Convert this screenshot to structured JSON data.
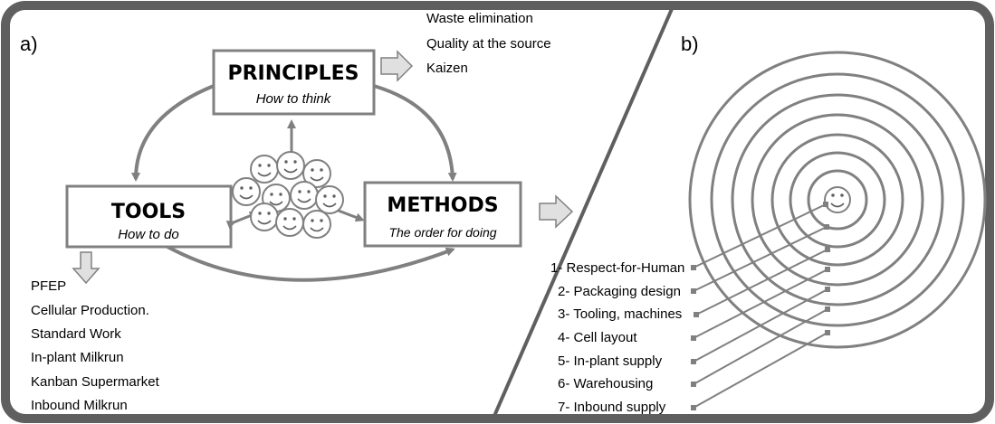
{
  "panel_a": {
    "label": "a)",
    "principles": {
      "title": "PRINCIPLES",
      "subtitle": "How to think"
    },
    "tools": {
      "title": "TOOLS",
      "subtitle": "How to do"
    },
    "methods": {
      "title": "METHODS",
      "subtitle": "The order for doing"
    },
    "principles_list": [
      "Waste elimination",
      "Quality at the source",
      "Kaizen"
    ],
    "tools_list": [
      "PFEP",
      "Cellular Production.",
      "Standard Work",
      "In-plant Milkrun",
      "Kanban Supermarket",
      "Inbound Milkrun"
    ]
  },
  "panel_b": {
    "label": "b)",
    "levels": [
      "1- Respect-for-Human",
      "2- Packaging design",
      "3- Tooling, machines",
      "4- Cell layout",
      "5- In-plant supply",
      "6- Warehousing",
      "7- Inbound supply"
    ]
  },
  "colors": {
    "frame": "#5f5f5f",
    "stroke": "#808080",
    "arrow_fill": "#e0e0e0",
    "text": "#000000"
  }
}
